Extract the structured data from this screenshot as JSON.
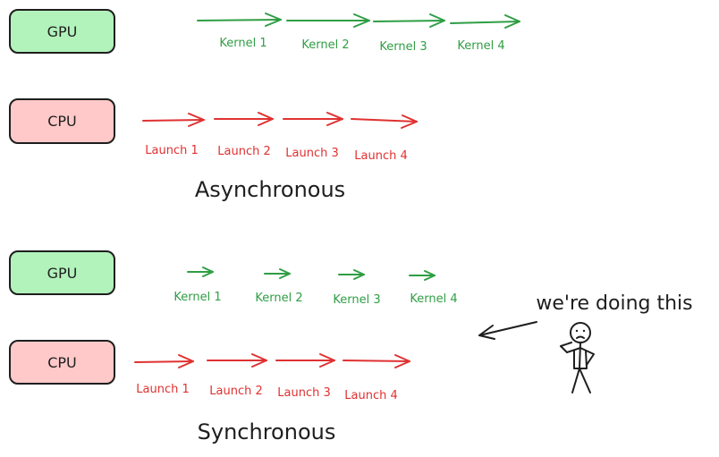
{
  "colors": {
    "gpu_fill": "#b2f2bb",
    "cpu_fill": "#ffc9c9",
    "gpu_line": "#2f9e44",
    "cpu_line": "#e03131",
    "ink": "#1e1e1e"
  },
  "asynchronous": {
    "title": "Asynchronous",
    "gpu_label": "GPU",
    "cpu_label": "CPU",
    "kernels": [
      "Kernel 1",
      "Kernel 2",
      "Kernel 3",
      "Kernel 4"
    ],
    "launches": [
      "Launch 1",
      "Launch 2",
      "Launch 3",
      "Launch 4"
    ]
  },
  "synchronous": {
    "title": "Synchronous",
    "gpu_label": "GPU",
    "cpu_label": "CPU",
    "kernels": [
      "Kernel 1",
      "Kernel 2",
      "Kernel 3",
      "Kernel 4"
    ],
    "launches": [
      "Launch 1",
      "Launch 2",
      "Launch 3",
      "Launch 4"
    ]
  },
  "annotation": {
    "text": "we're doing this",
    "icon": "stick-figure-icon"
  }
}
